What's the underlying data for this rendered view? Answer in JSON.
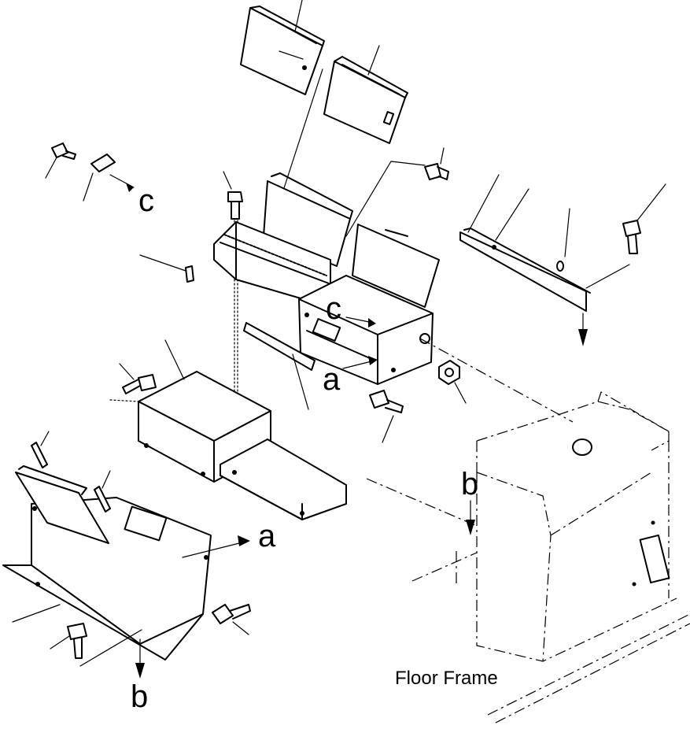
{
  "labels": {
    "c_top": "c",
    "c_mid": "c",
    "a_mid": "a",
    "a_lower": "a",
    "b_right": "b",
    "b_bottom": "b",
    "floor_frame": "Floor Frame"
  }
}
